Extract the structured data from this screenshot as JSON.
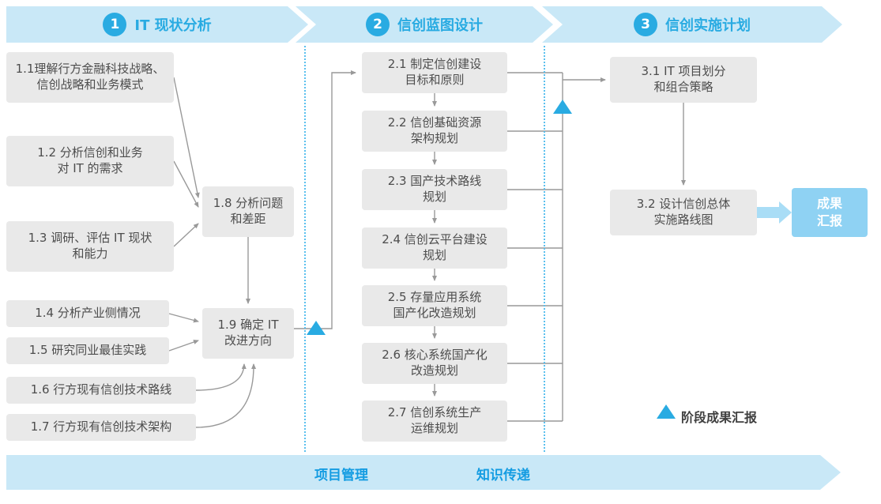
{
  "phases": [
    {
      "number": "1",
      "title": "IT 现状分析"
    },
    {
      "number": "2",
      "title": "信创蓝图设计"
    },
    {
      "number": "3",
      "title": "信创实施计划"
    }
  ],
  "phase1": {
    "boxes": [
      {
        "text": "1.1理解行方金融科技战略、\n信创战略和业务模式"
      },
      {
        "text": "1.2 分析信创和业务\n对 IT 的需求"
      },
      {
        "text": "1.3 调研、评估 IT 现状\n和能力"
      },
      {
        "text": "1.4 分析产业侧情况"
      },
      {
        "text": "1.5 研究同业最佳实践"
      },
      {
        "text": "1.6 行方现有信创技术路线"
      },
      {
        "text": "1.7 行方现有信创技术架构"
      },
      {
        "text": "1.8 分析问题\n和差距"
      },
      {
        "text": "1.9 确定 IT\n改进方向"
      }
    ]
  },
  "phase2": {
    "boxes": [
      {
        "text": "2.1 制定信创建设\n目标和原则"
      },
      {
        "text": "2.2 信创基础资源\n架构规划"
      },
      {
        "text": "2.3 国产技术路线\n规划"
      },
      {
        "text": "2.4 信创云平台建设\n规划"
      },
      {
        "text": "2.5 存量应用系统\n国产化改造规划"
      },
      {
        "text": "2.6 核心系统国产化\n改造规划"
      },
      {
        "text": "2.7 信创系统生产\n运维规划"
      }
    ]
  },
  "phase3": {
    "boxes": [
      {
        "text": "3.1 IT 项目划分\n和组合策略"
      },
      {
        "text": "3.2 设计信创总体\n实施路线图"
      }
    ],
    "result_box": "成果\n汇报"
  },
  "legend": {
    "icon": "triangle-up-icon",
    "label": "阶段成果汇报"
  },
  "bottom_banner": {
    "items": [
      "项目管理",
      "知识传递"
    ]
  },
  "colors": {
    "accent_blue": "#29abe2",
    "banner_blue": "#c9e8f7",
    "box_gray": "#e9e9e9",
    "box_text": "#4d4d4d",
    "result_blue": "#8fd2f3",
    "thick_arrow_blue": "#a9ddf6",
    "connector_gray": "#999999",
    "dotted_blue": "#5bc0ee"
  }
}
